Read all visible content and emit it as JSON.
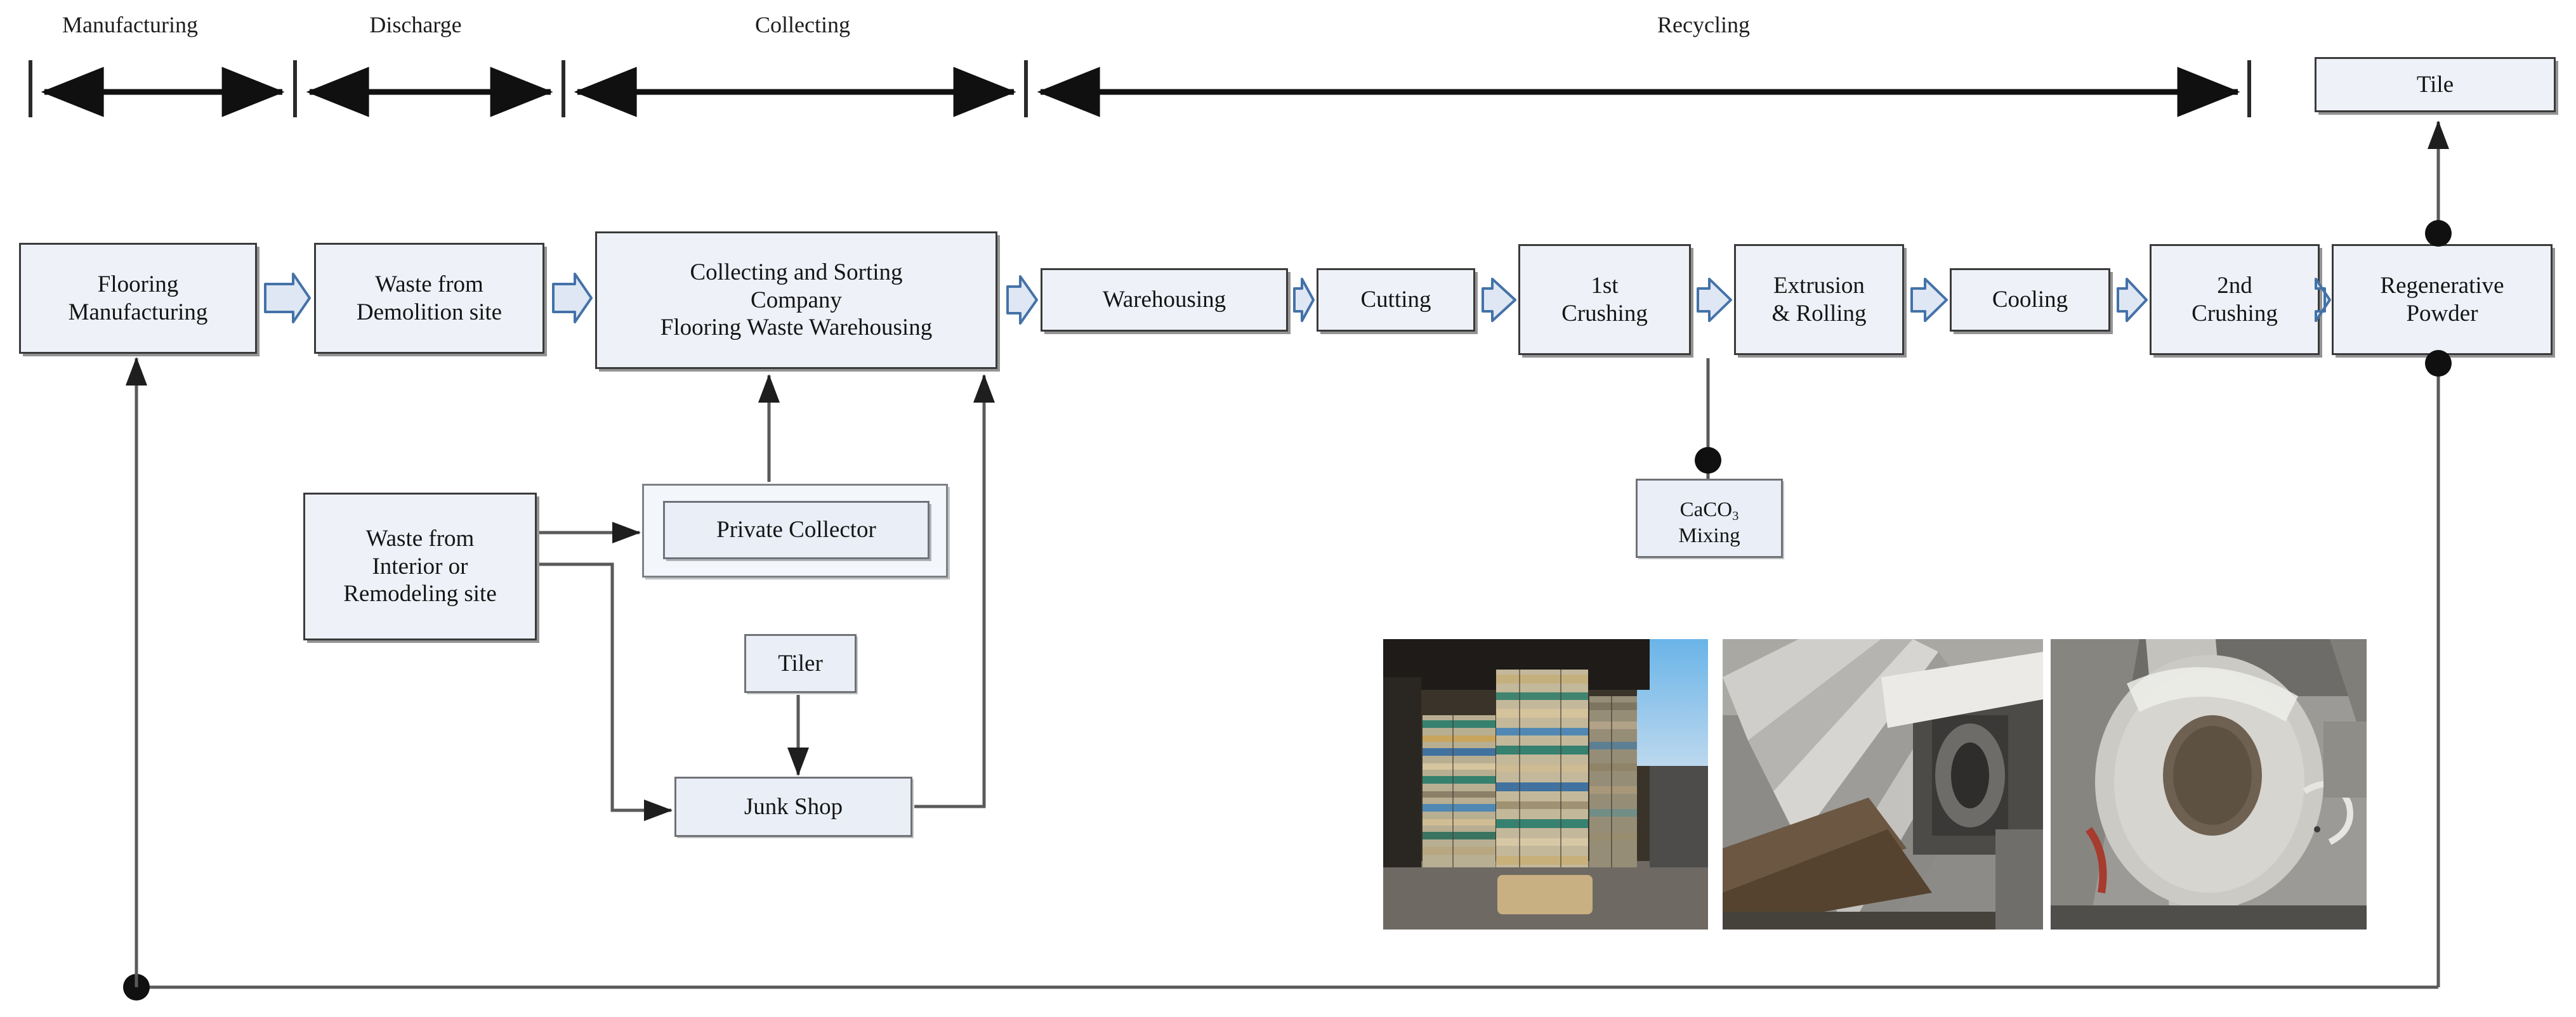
{
  "diagram": {
    "title": "Flooring waste collecting and recycling process flow",
    "colors": {
      "node_fill": "#eef2f8",
      "node_border": "#3a3a3a",
      "chevron_stroke": "#4472a8",
      "chevron_fill": "#dde6f2",
      "line": "#5a5a5a",
      "text": "#151515"
    }
  },
  "phases": [
    {
      "name": "manufacturing",
      "label": "Manufacturing"
    },
    {
      "name": "discharge",
      "label": "Discharge"
    },
    {
      "name": "collecting",
      "label": "Collecting"
    },
    {
      "name": "recycling",
      "label": "Recycling"
    }
  ],
  "main_flow": [
    {
      "id": "flooring-manufacturing",
      "label": "Flooring\nManufacturing"
    },
    {
      "id": "waste-demolition",
      "label": "Waste from\nDemolition site"
    },
    {
      "id": "collecting-sorting",
      "label": "Collecting and Sorting\nCompany\nFlooring Waste Warehousing"
    },
    {
      "id": "warehousing",
      "label": "Warehousing"
    },
    {
      "id": "cutting",
      "label": "Cutting"
    },
    {
      "id": "first-crushing",
      "label": "1st\nCrushing"
    },
    {
      "id": "extrusion-rolling",
      "label": "Extrusion\n& Rolling"
    },
    {
      "id": "cooling",
      "label": "Cooling"
    },
    {
      "id": "second-crushing",
      "label": "2nd\nCrushing"
    },
    {
      "id": "regenerative-powder",
      "label": "Regenerative\nPowder"
    }
  ],
  "secondary_nodes": [
    {
      "id": "tile",
      "label": "Tile"
    },
    {
      "id": "caco3-mixing",
      "label": "CaCO3 Mixing",
      "formula_prefix": "CaCO",
      "formula_sub": "3",
      "formula_suffix": "Mixing"
    },
    {
      "id": "waste-interior",
      "label": "Waste from\nInterior or\nRemodeling site"
    },
    {
      "id": "private-collector",
      "label": "Private Collector"
    },
    {
      "id": "tiler",
      "label": "Tiler"
    },
    {
      "id": "junk-shop",
      "label": "Junk Shop"
    }
  ],
  "photos": [
    {
      "id": "photo-baled-flooring-waste",
      "caption": "Baled flooring waste stacked in warehouse"
    },
    {
      "id": "photo-extrusion-machinery",
      "caption": "Extrusion and rolling machinery"
    },
    {
      "id": "photo-rolling-drum",
      "caption": "Rolling drum with regenerated sheet"
    }
  ],
  "connections": [
    {
      "from": "flooring-manufacturing",
      "to": "waste-demolition",
      "style": "block-arrow"
    },
    {
      "from": "waste-demolition",
      "to": "collecting-sorting",
      "style": "block-arrow"
    },
    {
      "from": "collecting-sorting",
      "to": "warehousing",
      "style": "block-arrow"
    },
    {
      "from": "warehousing",
      "to": "cutting",
      "style": "block-arrow"
    },
    {
      "from": "cutting",
      "to": "first-crushing",
      "style": "block-arrow"
    },
    {
      "from": "first-crushing",
      "to": "extrusion-rolling",
      "style": "block-arrow"
    },
    {
      "from": "extrusion-rolling",
      "to": "cooling",
      "style": "block-arrow"
    },
    {
      "from": "cooling",
      "to": "second-crushing",
      "style": "block-arrow"
    },
    {
      "from": "second-crushing",
      "to": "regenerative-powder",
      "style": "block-arrow"
    },
    {
      "from": "caco3-mixing",
      "to": "extrusion-rolling",
      "style": "line-dot"
    },
    {
      "from": "regenerative-powder",
      "to": "tile",
      "style": "line-dot-arrow"
    },
    {
      "from": "regenerative-powder",
      "to": "flooring-manufacturing",
      "style": "feedback-loop"
    },
    {
      "from": "waste-interior",
      "to": "private-collector",
      "style": "arrow"
    },
    {
      "from": "waste-interior",
      "to": "junk-shop",
      "style": "arrow"
    },
    {
      "from": "tiler",
      "to": "junk-shop",
      "style": "arrow"
    },
    {
      "from": "private-collector",
      "to": "collecting-sorting",
      "style": "arrow"
    },
    {
      "from": "junk-shop",
      "to": "collecting-sorting",
      "style": "arrow"
    }
  ]
}
